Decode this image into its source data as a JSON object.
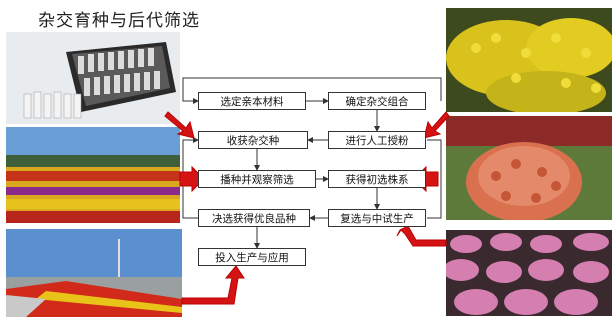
{
  "title": "杂交育种与后代筛选",
  "boxes": {
    "select_parents": "选定亲本材料",
    "determine_cross": "确定杂交组合",
    "harvest_seeds": "收获杂交种",
    "artificial_pollination": "进行人工授粉",
    "sow_and_screen": "播种并观察筛选",
    "get_primary_lines": "获得初选株系",
    "select_superior": "决选获得优良品种",
    "reselect_trial": "复选与中试生产",
    "production_application": "投入生产与应用"
  },
  "colors": {
    "arrow_red": "#d41414",
    "line": "#333333"
  }
}
